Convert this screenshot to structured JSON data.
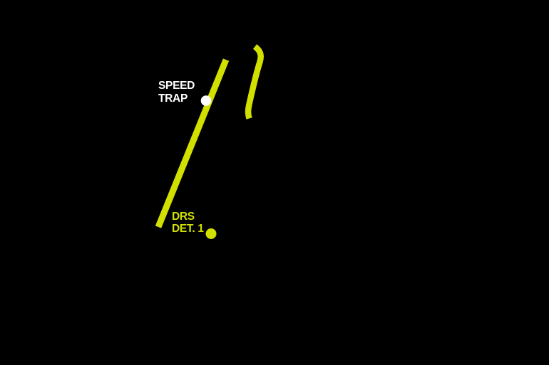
{
  "scene": {
    "background_color": "#000000",
    "track_highlight_color": "#d2e000"
  },
  "labels": {
    "speed_trap": {
      "line1": "SPEED",
      "line2": "TRAP",
      "color": "#ffffff"
    },
    "drs_detection": {
      "line1": "DRS",
      "line2": "DET. 1",
      "color": "#d2e000"
    }
  },
  "markers": {
    "speed_trap_dot_color": "#ffffff",
    "drs_detection_dot_color": "#d2e000"
  }
}
